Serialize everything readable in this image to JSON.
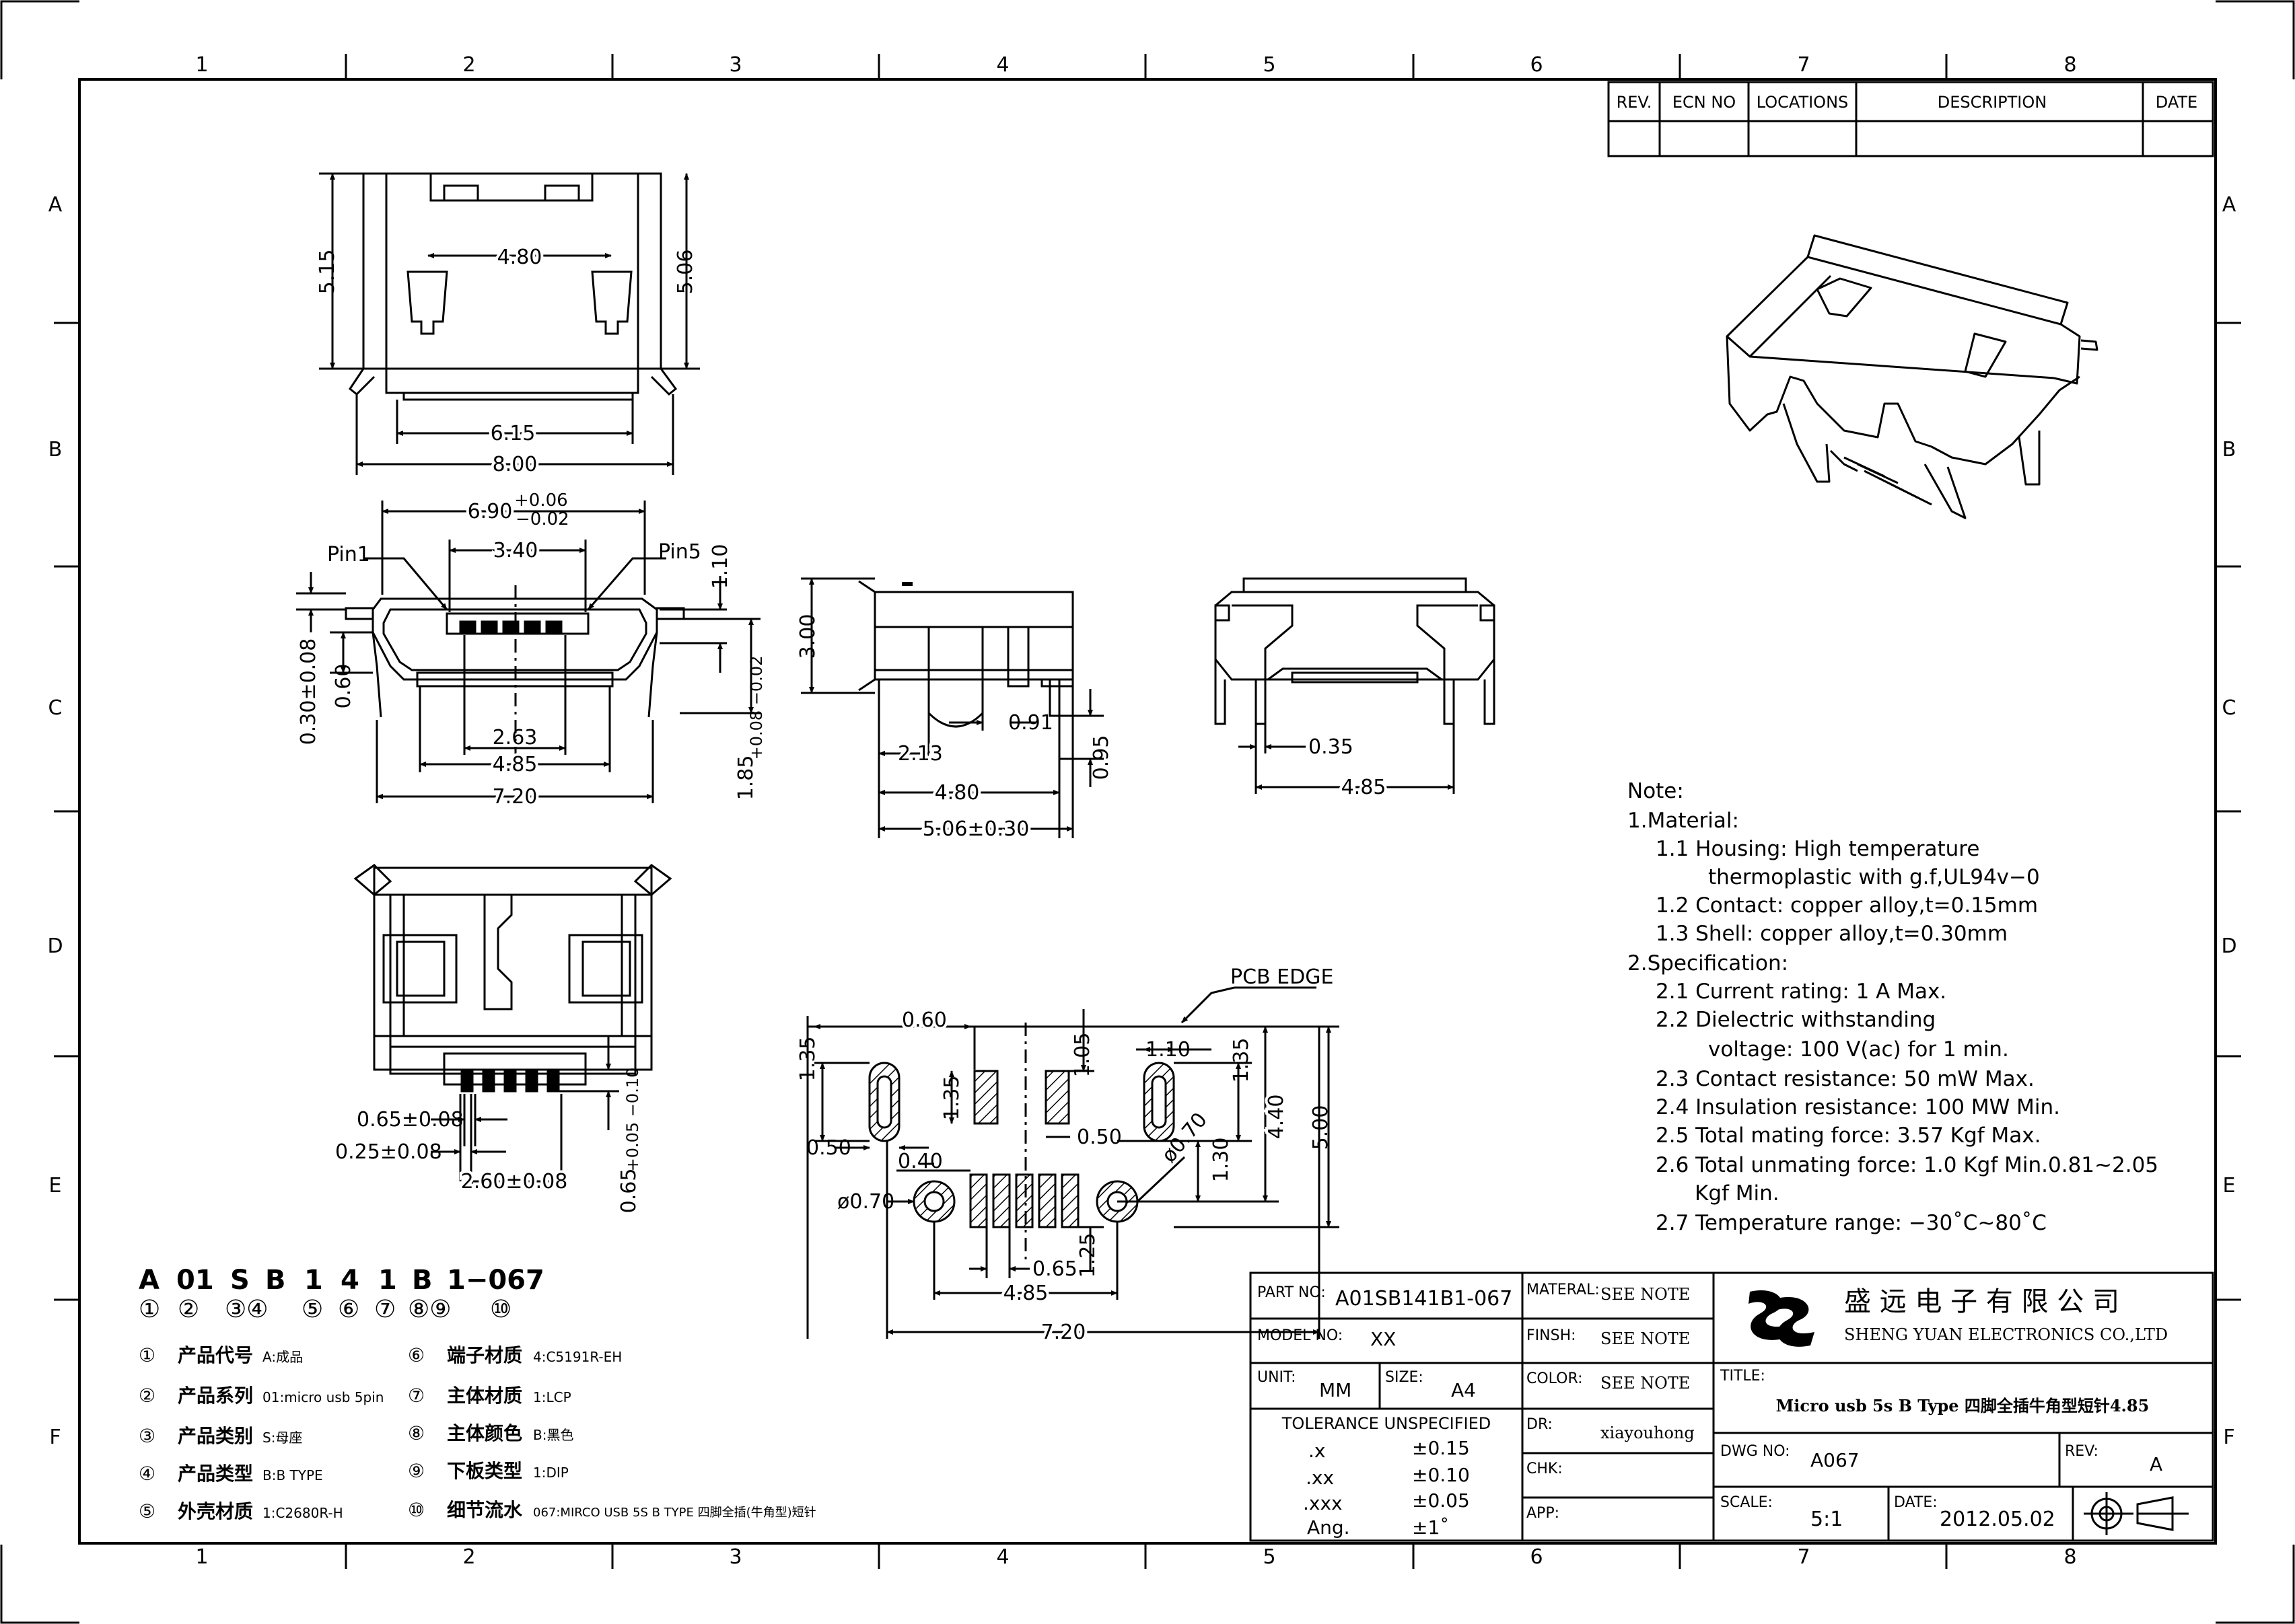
{
  "zone_columns": [
    "1",
    "2",
    "3",
    "4",
    "5",
    "6",
    "7",
    "8"
  ],
  "zone_rows": [
    "A",
    "B",
    "C",
    "D",
    "E",
    "F"
  ],
  "rev_table": {
    "headers": [
      "REV.",
      "ECN NO",
      "LOCATIONS",
      "DESCRIPTION",
      "DATE"
    ]
  },
  "top_view": {
    "dim_width_inner": "4.80",
    "dim_left_height": "5.15",
    "dim_right_height": "5.06",
    "dim_6_15": "6.15",
    "dim_8_00": "8.00"
  },
  "front_view": {
    "dim_main": "6.90",
    "dim_main_tol_up": "+0.06",
    "dim_main_tol_dn": "−0.02",
    "pin1": "Pin1",
    "pin5": "Pin5",
    "dim_3_40": "3.40",
    "dim_1_10": "1.10",
    "dim_0_30": "0.30±0.08",
    "dim_0_60": "0.60",
    "dim_2_63": "2.63",
    "dim_4_85": "4.85",
    "dim_7_20": "7.20",
    "dim_1_85": "1.85",
    "dim_1_85_tol": "+0.08 −0.02"
  },
  "side_view": {
    "dim_3_00": "3.00",
    "dim_2_13": "2.13",
    "dim_0_91": "0.91",
    "dim_0_95": "0.95",
    "dim_4_80": "4.80",
    "dim_5_06": "5.06±0.30"
  },
  "rear_view": {
    "dim_0_35": "0.35",
    "dim_4_85": "4.85"
  },
  "bottom_view": {
    "dim_0_65": "0.65±0.08",
    "dim_0_25": "0.25±0.08",
    "dim_2_60": "2.60±0.08",
    "dim_0_65b": "0.65",
    "dim_0_65b_tol": "+0.05 −0.10"
  },
  "footprint": {
    "pcb_edge": "PCB EDGE",
    "dim_0_60": "0.60",
    "dim_1_05": "1.05",
    "dim_1_10": "1.10",
    "dim_1_35_a": "1.35",
    "dim_1_35_b": "1.35",
    "dim_1_35_c": "1.35",
    "dim_0_50_a": "0.50",
    "dim_0_50_b": "0.50",
    "dim_4_40": "4.40",
    "dim_5_00": "5.00",
    "dim_0_40": "0.40",
    "dim_1_30": "1.30",
    "dim_phi_070_a": "ø0.70",
    "dim_phi_070_b": "ø0.70",
    "dim_0_65": "0.65",
    "dim_1_25": "1.25",
    "dim_4_85": "4.85",
    "dim_7_20": "7.20"
  },
  "notes": [
    "Note:",
    "1.Material:",
    "1.1  Housing:  High  temperature",
    "thermoplastic  with  g.f,UL94v−0",
    "1.2  Contact:  copper  alloy,t=0.15mm",
    "1.3  Shell:  copper  alloy,t=0.30mm",
    "2.Specification:",
    "2.1  Current  rating:  1  A  Max.",
    "2.2  Dielectric  withstanding",
    "voltage:  100  V(ac)  for  1  min.",
    "2.3  Contact  resistance:  50  mW  Max.",
    "2.4  Insulation  resistance:  100  MW  Min.",
    "2.5  Total  mating  force:  3.57  Kgf  Max.",
    "2.6  Total  unmating  force:  1.0  Kgf  Min.0.81~2.05",
    "Kgf  Min.",
    "2.7  Temperature  range:  −30˚C~80˚C"
  ],
  "part_code": {
    "letters": [
      "A",
      "01",
      "S",
      "B",
      "1",
      "4",
      "1",
      "B",
      "1−067"
    ],
    "circles": [
      "①",
      "②",
      "③④",
      "⑤",
      "⑥",
      "⑦",
      "⑧⑨",
      "⑩"
    ],
    "legend_left": [
      {
        "num": "①",
        "label": "产品代号",
        "value": "A:成品"
      },
      {
        "num": "②",
        "label": "产品系列",
        "value": "01:micro usb 5pin"
      },
      {
        "num": "③",
        "label": "产品类别",
        "value": "S:母座"
      },
      {
        "num": "④",
        "label": "产品类型",
        "value": "B:B TYPE"
      },
      {
        "num": "⑤",
        "label": "外壳材质",
        "value": "1:C2680R-H"
      }
    ],
    "legend_right": [
      {
        "num": "⑥",
        "label": "端子材质",
        "value": "4:C5191R-EH"
      },
      {
        "num": "⑦",
        "label": "主体材质",
        "value": "1:LCP"
      },
      {
        "num": "⑧",
        "label": "主体颜色",
        "value": "B:黑色"
      },
      {
        "num": "⑨",
        "label": "下板类型",
        "value": "1:DIP"
      },
      {
        "num": "⑩",
        "label": "细节流水",
        "value": "067:MIRCO USB 5S B TYPE 四脚全插(牛角型)短针"
      }
    ]
  },
  "title_block": {
    "part_no_label": "PART NO:",
    "part_no": "A01SB141B1-067",
    "model_no_label": "MODEL NO:",
    "model_no": "XX",
    "unit_label": "UNIT:",
    "unit": "MM",
    "size_label": "SIZE:",
    "size": "A4",
    "tolerance_title": "TOLERANCE  UNSPECIFIED",
    "tolerances": [
      {
        "k": ".x",
        "v": "±0.15"
      },
      {
        "k": ".xx",
        "v": "±0.10"
      },
      {
        "k": ".xxx",
        "v": "±0.05"
      },
      {
        "k": "Ang.",
        "v": "±1˚"
      }
    ],
    "material_label": "MATERAL:",
    "material": "SEE NOTE",
    "finish_label": "FINSH:",
    "finish": "SEE NOTE",
    "color_label": "COLOR:",
    "color": "SEE NOTE",
    "dr_label": "DR:",
    "dr": "xiayouhong",
    "chk_label": "CHK:",
    "app_label": "APP:",
    "company_cn": "盛 远 电 子 有 限 公 司",
    "company_en": "SHENG  YUAN  ELECTRONICS  CO.,LTD",
    "title_label": "TITLE:",
    "title": "Micro usb 5s B Type 四脚全插牛角型短针4.85",
    "dwg_no_label": "DWG  NO:",
    "dwg_no": "A067",
    "rev_label": "REV:",
    "rev": "A",
    "scale_label": "SCALE:",
    "scale": "5:1",
    "date_label": "DATE:",
    "date": "2012.05.02"
  }
}
